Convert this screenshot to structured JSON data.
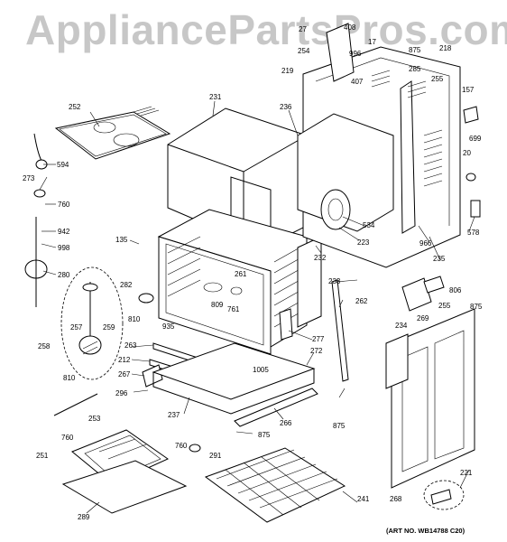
{
  "watermark": "AppliancePartsPros.com",
  "art_number": "(ART NO. WB14788 C20)",
  "parts": {
    "p27": "27",
    "p408": "408",
    "p254": "254",
    "p996": "996",
    "p17": "17",
    "p875a": "875",
    "p218": "218",
    "p219": "219",
    "p407": "407",
    "p285": "285",
    "p255a": "255",
    "p157": "157",
    "p252": "252",
    "p231": "231",
    "p236": "236",
    "p699": "699",
    "p20": "20",
    "p594": "594",
    "p273": "273",
    "p760a": "760",
    "p942": "942",
    "p998": "998",
    "p280": "280",
    "p135": "135",
    "p534": "534",
    "p223": "223",
    "p966": "966",
    "p578": "578",
    "p232": "232",
    "p235": "235",
    "p282": "282",
    "p261": "261",
    "p809": "809",
    "p761": "761",
    "p810a": "810",
    "p935": "935",
    "p233": "233",
    "p806": "806",
    "p255b": "255",
    "p262": "262",
    "p269": "269",
    "p875b": "875",
    "p257": "257",
    "p259": "259",
    "p258": "258",
    "p234": "234",
    "p263": "263",
    "p277": "277",
    "p272": "272",
    "p212": "212",
    "p1005": "1005",
    "p267": "267",
    "p810b": "810",
    "p296": "296",
    "p237": "237",
    "p266": "266",
    "p875c": "875",
    "p253": "253",
    "p760b": "760",
    "p875d": "875",
    "p760c": "760",
    "p291": "291",
    "p251": "251",
    "p221": "221",
    "p268": "268",
    "p241": "241",
    "p289": "289"
  }
}
